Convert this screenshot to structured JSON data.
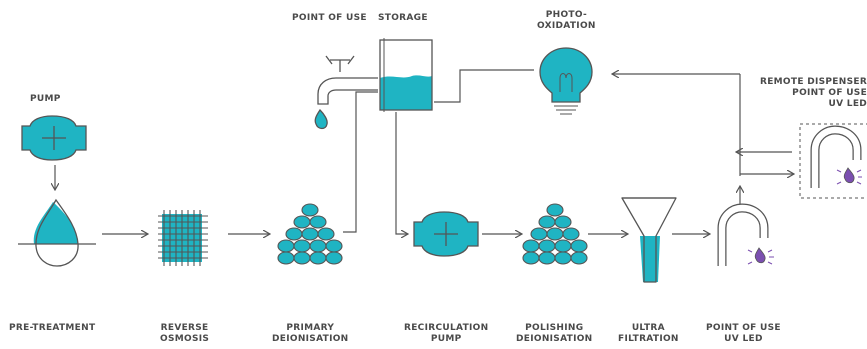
{
  "colors": {
    "accent": "#1fb4c3",
    "line": "#555555",
    "ink": "#4a4a4a",
    "uv": "#7b4fb0"
  },
  "labels": {
    "pump": "PUMP",
    "point_of_use_top": "POINT OF USE",
    "storage": "STORAGE",
    "photo_oxidation": [
      "PHOTO-",
      "OXIDATION"
    ],
    "remote_dispenser": [
      "REMOTE DISPENSER",
      "POINT OF USE",
      "UV LED"
    ],
    "pre_treatment": "PRE-TREATMENT",
    "reverse_osmosis": [
      "REVERSE",
      "OSMOSIS"
    ],
    "primary_deionisation": [
      "PRIMARY",
      "DEIONISATION"
    ],
    "recirculation_pump": [
      "RECIRCULATION",
      "PUMP"
    ],
    "polishing_deionisation": [
      "POLISHING",
      "DEIONISATION"
    ],
    "ultra_filtration": [
      "ULTRA",
      "FILTRATION"
    ],
    "point_of_use_uv": [
      "POINT OF USE",
      "UV LED"
    ]
  },
  "icons": {
    "pump": "pump-icon",
    "pre_treatment": "water-drop-icon",
    "reverse_osmosis": "membrane-mesh-icon",
    "primary_deionisation": "resin-beads-icon",
    "faucet": "faucet-icon",
    "storage": "storage-tank-icon",
    "photo_oxidation": "uv-lamp-icon",
    "recirculation_pump": "pump-icon",
    "polishing_deionisation": "resin-beads-icon",
    "ultra_filtration": "funnel-filter-icon",
    "point_of_use_uv": "uv-faucet-icon",
    "remote_dispenser": "uv-faucet-icon"
  }
}
